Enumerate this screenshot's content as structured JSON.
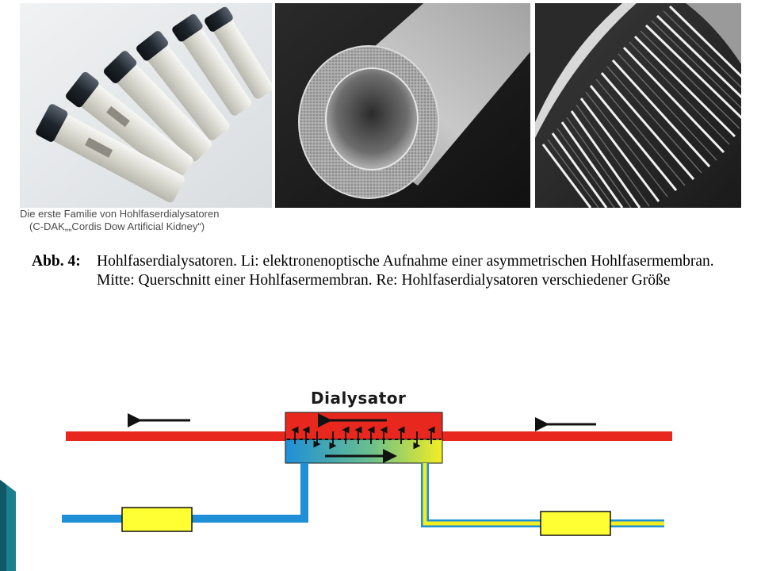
{
  "photos": {
    "caption_line1": "Die erste Familie von Hohlfaserdialysatoren",
    "caption_line2": "(C-DAK„„Cordis Dow Artificial Kidney“)"
  },
  "figure": {
    "label": "Abb. 4:",
    "text": "Hohlfaserdialysatoren. Li: elektronenoptische Aufnahme einer asymmetrischen Hohlfasermembran. Mitte: Querschnitt einer Hohlfasermembran. Re: Hohlfaser­dialysatoren verschiedener Größe"
  },
  "diagram": {
    "title": "Dialysator",
    "colors": {
      "blood": "#e8281e",
      "dialysate_fresh": "#1f8fd8",
      "dialysate_used": "#f2ee22",
      "pump": "#ffff33",
      "outline": "#1a1a1a"
    }
  }
}
